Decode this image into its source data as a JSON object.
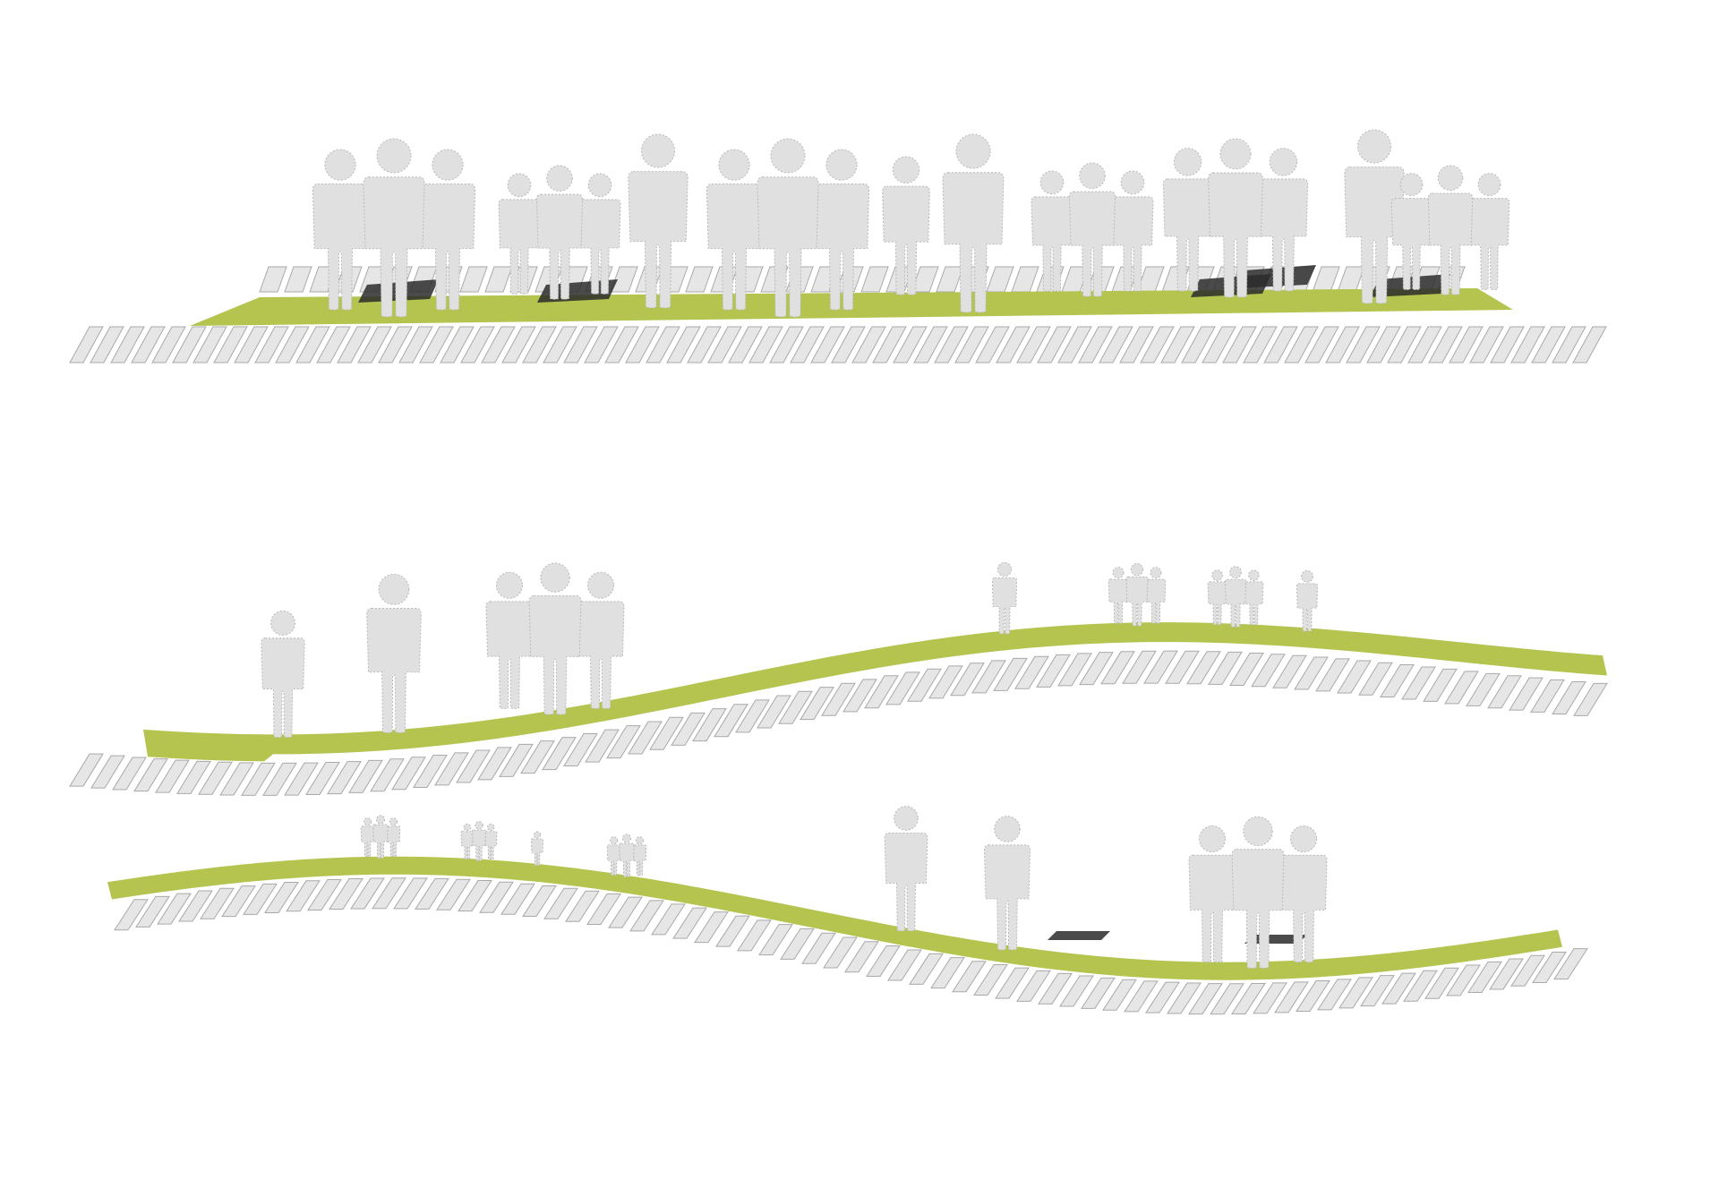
{
  "diagram": {
    "colors": {
      "background": "#ffffff",
      "walkway": "#b4c44e",
      "figure_fill": "#e0e0e0",
      "figure_stroke": "#b8b8b8",
      "slat_fill": "#e6e6e6",
      "slat_stroke": "#a9a9a9",
      "shadow": "#2c2c2c"
    },
    "panels": [
      {
        "id": "flat-walkway",
        "shape": "flat",
        "figure_groups": 12
      },
      {
        "id": "wave-walkway-a",
        "shape": "wave-rising",
        "figure_groups": 9
      },
      {
        "id": "wave-walkway-b",
        "shape": "wave-falling",
        "figure_groups": 8
      }
    ]
  }
}
